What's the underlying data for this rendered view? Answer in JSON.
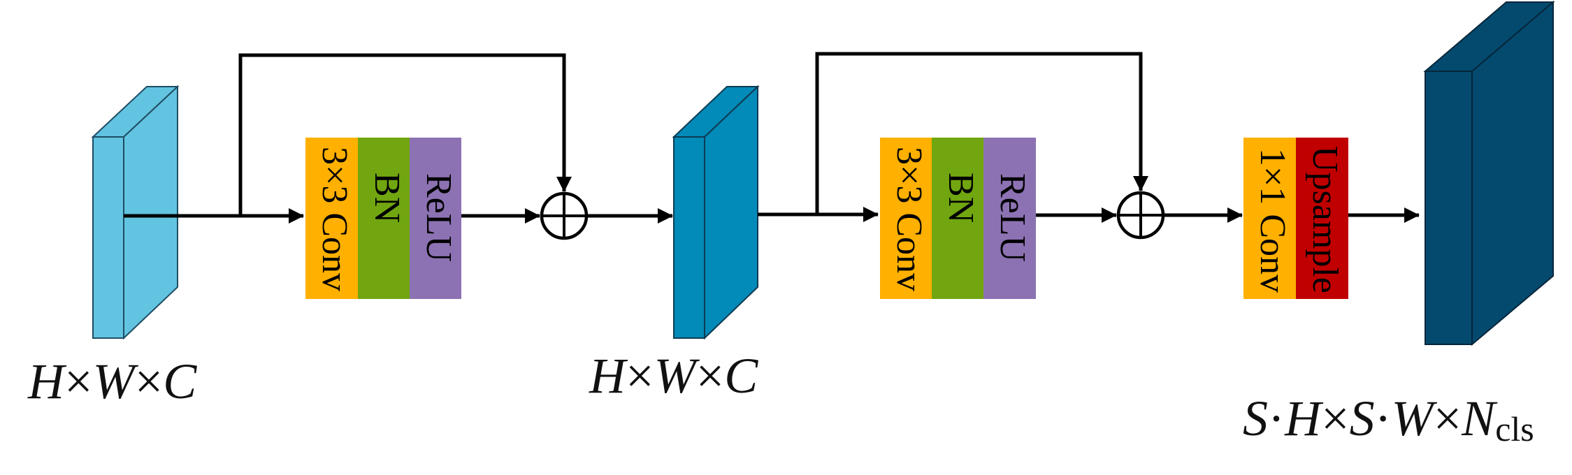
{
  "diagram": {
    "tensors": [
      {
        "id": "input",
        "label_parts": [
          "H",
          "×",
          "W",
          "×",
          "C"
        ],
        "color": "#62C4E1"
      },
      {
        "id": "mid",
        "label_parts": [
          "H",
          "×",
          "W",
          "×",
          "C"
        ],
        "color": "#028AB8"
      },
      {
        "id": "output",
        "label_parts": [
          "S",
          "·",
          "H",
          "×",
          "S",
          "·",
          "W",
          "×",
          "N"
        ],
        "label_subscript": "cls",
        "color": "#034A6E"
      }
    ],
    "blocks": [
      {
        "id": "res-block-1",
        "layers": [
          {
            "label": "3×3 Conv",
            "color": "#FFB000"
          },
          {
            "label": "BN",
            "color": "#71A610"
          },
          {
            "label": "ReLU",
            "color": "#8C72B3"
          }
        ]
      },
      {
        "id": "res-block-2",
        "layers": [
          {
            "label": "3×3 Conv",
            "color": "#FFB000"
          },
          {
            "label": "BN",
            "color": "#71A610"
          },
          {
            "label": "ReLU",
            "color": "#8C72B3"
          }
        ]
      },
      {
        "id": "head-block",
        "layers": [
          {
            "label": "1×1 Conv",
            "color": "#FFB000"
          },
          {
            "label": "Upsample",
            "color": "#C00000"
          }
        ]
      }
    ],
    "operations": [
      {
        "id": "add-1",
        "symbol": "element-wise-sum"
      },
      {
        "id": "add-2",
        "symbol": "element-wise-sum"
      }
    ]
  }
}
